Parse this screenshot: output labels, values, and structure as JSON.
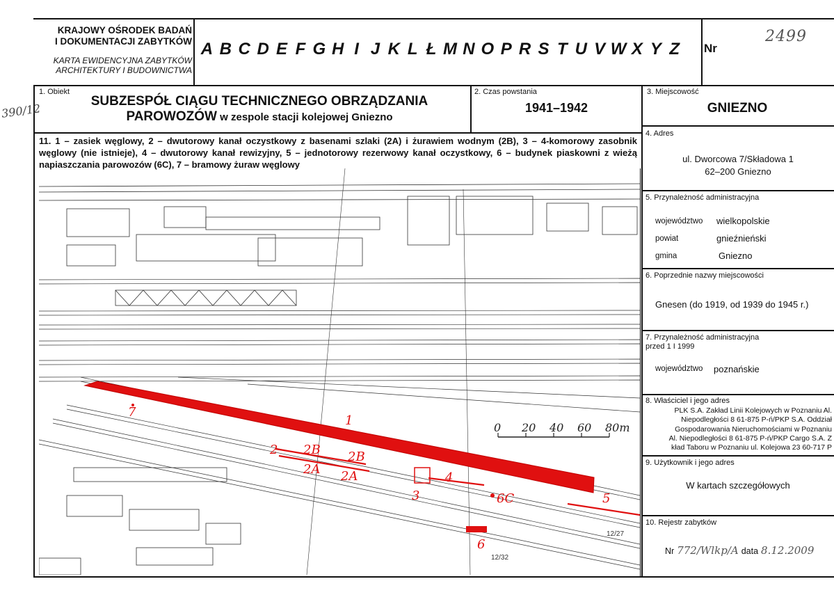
{
  "header": {
    "institution_line1": "KRAJOWY OŚRODEK BADAŃ",
    "institution_line2": "I DOKUMENTACJI ZABYTKÓW",
    "card_line1": "KARTA EWIDENCYJNA ZABYTKÓW",
    "card_line2": "ARCHITEKTURY I BUDOWNICTWA",
    "letters": [
      "A",
      "B",
      "C",
      "D",
      "E",
      "F",
      "G",
      "H",
      "I",
      "J",
      "K",
      "L",
      "Ł",
      "M",
      "N",
      "O",
      "P",
      "R",
      "S",
      "T",
      "U",
      "V",
      "W",
      "X",
      "Y",
      "Z"
    ],
    "nr_label": "Nr",
    "handwritten_id": "2499"
  },
  "object": {
    "label": "1. Obiekt",
    "title_line1": "SUBZESPÓŁ CIĄGU TECHNICZNEGO OBRZĄDZANIA",
    "title_line2_bold": "PAROWOZÓW",
    "title_line2_rest": " w zespole stacji kolejowej Gniezno",
    "side_code": "390/12"
  },
  "creation": {
    "label": "2. Czas powstania",
    "value": "1941–1942"
  },
  "locality": {
    "label": "3. Miejscowość",
    "value": "GNIEZNO"
  },
  "description": {
    "text": "11. 1 – zasiek węglowy, 2 – dwutorowy kanał oczystkowy z basenami szlaki (2A) i żurawiem wodnym (2B), 3 – 4-komorowy zasobnik węglowy (nie istnieje), 4 – dwutorowy kanał rewizyjny, 5 – jednotorowy rezerwowy kanał oczystkowy, 6 – budynek piaskowni z wieżą napiaszczania parowozów (6C), 7 – bramowy żuraw węglowy"
  },
  "address": {
    "label": "4. Adres",
    "line1": "ul. Dworcowa 7/Składowa 1",
    "line2": "62–200 Gniezno"
  },
  "admin": {
    "label": "5. Przynależność  administracyjna",
    "voiv_key": "województwo",
    "voiv_val": "wielkopolskie",
    "powiat_key": "powiat",
    "powiat_val": "gnieźnieński",
    "gmina_key": "gmina",
    "gmina_val": "Gniezno"
  },
  "former_names": {
    "label": "6. Poprzednie nazwy miejscowości",
    "value": "Gnesen (do 1919, od 1939 do 1945 r.)"
  },
  "prior_admin": {
    "label1": "7. Przynależność administracyjna",
    "label2": "przed 1 I 1999",
    "voiv_key": "województwo",
    "voiv_val": "poznańskie"
  },
  "owner": {
    "label": "8. Właściciel i jego adres",
    "lines": [
      "PLK S.A. Zakład Linii Kolejowych w Poznaniu Al.",
      "Niepodległości 8 61-875 P-ń/PKP S.A. Oddział",
      "Gospodarowania Nieruchomościami w Poznaniu",
      "Al. Niepodległości 8 61-875 P-ń/PKP Cargo S.A. Z",
      "kład Taboru w Poznaniu ul. Kolejowa 23 60-717 P"
    ]
  },
  "user": {
    "label": "9. Użytkownik i jego adres",
    "value": "W kartach szczegółowych"
  },
  "register": {
    "label": "10. Rejestr zabytków",
    "nr_label": "Nr",
    "nr_value": "772/Wlkp/A",
    "date_label": "data",
    "date_value": "8.12.2009"
  },
  "map": {
    "labels": {
      "l1": "1",
      "l2": "2",
      "l2a": "2A",
      "l2a_b": "2A",
      "l2b": "2B",
      "l2b_b": "2B",
      "l3": "3",
      "l4": "4",
      "l5": "5",
      "l6": "6",
      "l6c": "6C",
      "l7": "7"
    },
    "scale": [
      "0",
      "20",
      "40",
      "60",
      "80m"
    ],
    "scale_bar_m": [
      0,
      20,
      40,
      60,
      80
    ],
    "small_marks": [
      "12/27",
      "12/32"
    ]
  },
  "colors": {
    "accent_red": "#e01010",
    "ink": "#111111"
  }
}
